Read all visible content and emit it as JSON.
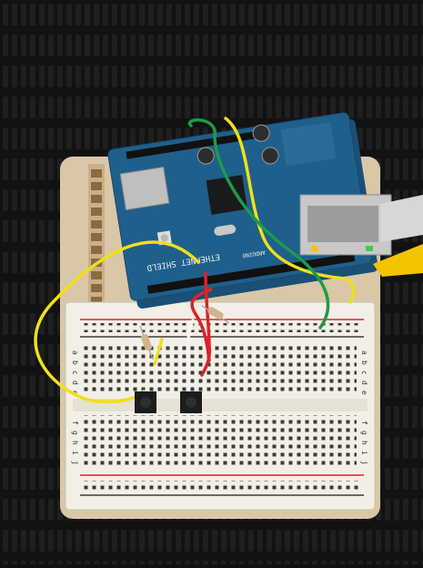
{
  "shield": {
    "silkscreen_title": "ETHERNET SHIELD",
    "brand": "ARDUINO"
  },
  "breadboard": {
    "row_letters_top": [
      "a",
      "b",
      "c",
      "d",
      "e"
    ],
    "row_letters_bottom": [
      "f",
      "g",
      "h",
      "i",
      "j"
    ]
  },
  "colors": {
    "background": "#121212",
    "mat_grid": "#1e1e1e",
    "shield_blue": "#1f5f8b",
    "breadboard": "#f2efe6",
    "wood_base": "#d9c7a8",
    "wire_yellow": "#f0df1a",
    "wire_green": "#1e9a4a",
    "wire_red": "#d8252a",
    "wire_white": "#f4f4f4",
    "ethernet_jack": "#c8c8c8",
    "yellow_cable": "#f5c400"
  }
}
